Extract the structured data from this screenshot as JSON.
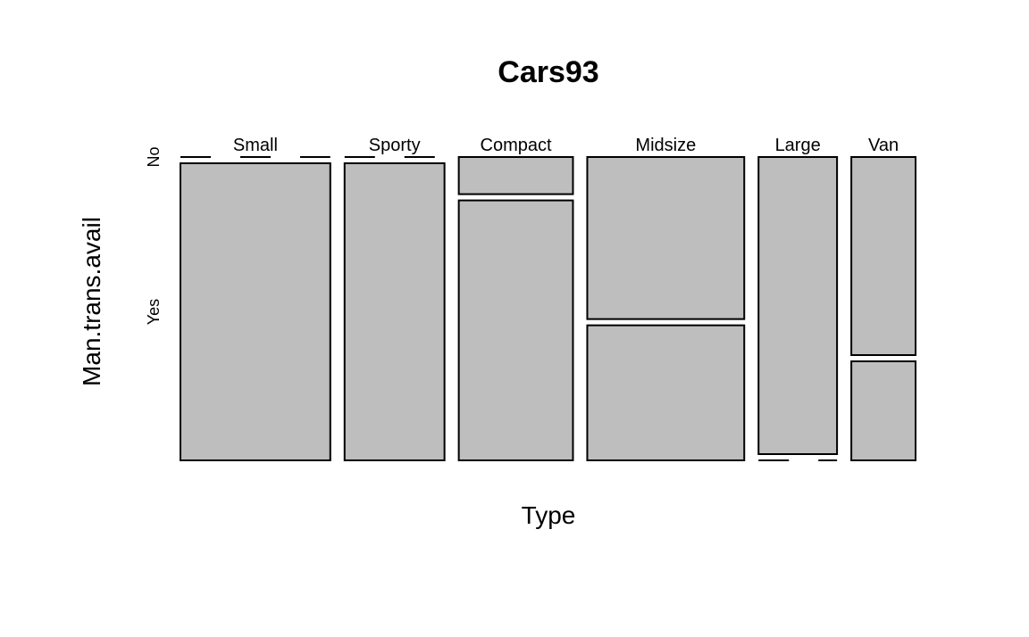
{
  "chart_data": {
    "type": "mosaic",
    "title": "Cars93",
    "xlabel": "Type",
    "ylabel": "Man.trans.avail",
    "categories": [
      "Small",
      "Sporty",
      "Compact",
      "Midsize",
      "Large",
      "Van"
    ],
    "levels": [
      "No",
      "Yes"
    ],
    "counts": {
      "No": [
        0,
        0,
        2,
        12,
        11,
        6
      ],
      "Yes": [
        21,
        14,
        14,
        10,
        0,
        3
      ]
    },
    "colors": {
      "tile_fill": "#bebebe",
      "tile_stroke": "#000000"
    }
  }
}
